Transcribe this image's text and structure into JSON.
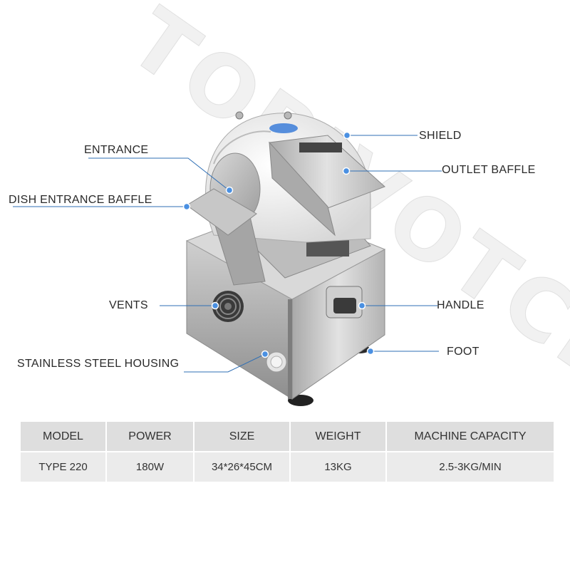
{
  "watermark": "TOPIVOTCH",
  "callouts": {
    "entrance": "ENTRANCE",
    "dish_entrance_baffle": "DISH ENTRANCE BAFFLE",
    "vents": "VENTS",
    "stainless_steel_housing": "STAINLESS STEEL HOUSING",
    "shield": "SHIELD",
    "outlet_baffle": "OUTLET BAFFLE",
    "handle": "HANDLE",
    "foot": "FOOT"
  },
  "spec_table": {
    "headers": [
      "MODEL",
      "POWER",
      "SIZE",
      "WEIGHT",
      "MACHINE CAPACITY"
    ],
    "rows": [
      [
        "TYPE 220",
        "180W",
        "34*26*45CM",
        "13KG",
        "2.5-3KG/MIN"
      ]
    ]
  },
  "colors": {
    "callout_dot": "#4a90e2",
    "callout_line": "#2f6fb5",
    "header_bg": "#dedede",
    "cell_bg": "#ebebeb",
    "steel": "#c9c9c9"
  }
}
